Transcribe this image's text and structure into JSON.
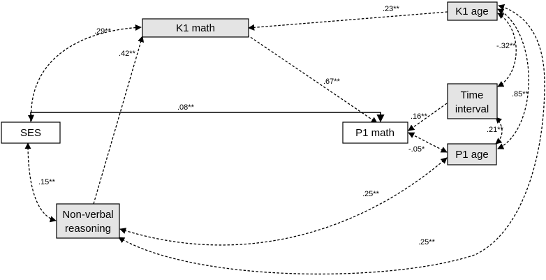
{
  "colors": {
    "shaded_fill": "#e4e4e4",
    "white_fill": "#ffffff",
    "line": "#000000"
  },
  "nodes": {
    "k1_math": "K1 math",
    "k1_age": "K1 age",
    "time_interval_line1": "Time",
    "time_interval_line2": "interval",
    "ses": "SES",
    "p1_math": "P1 math",
    "p1_age": "P1 age",
    "nonverbal_line1": "Non-verbal",
    "nonverbal_line2": "reasoning"
  },
  "coefficients": {
    "k1age_k1math": ".23**",
    "ses_k1math": ".29**",
    "nonverbal_k1math": ".42**",
    "k1math_p1math": ".67**",
    "ses_p1math": ".08**",
    "k1age_timeinterval": "-.32**",
    "timeinterval_p1math": ".16**",
    "k1age_p1age": ".85**",
    "timeinterval_p1age": ".21**",
    "p1age_p1math": "-.05*",
    "ses_nonverbal": ".15**",
    "nonverbal_p1age": ".25**",
    "nonverbal_k1age": ".25**"
  }
}
